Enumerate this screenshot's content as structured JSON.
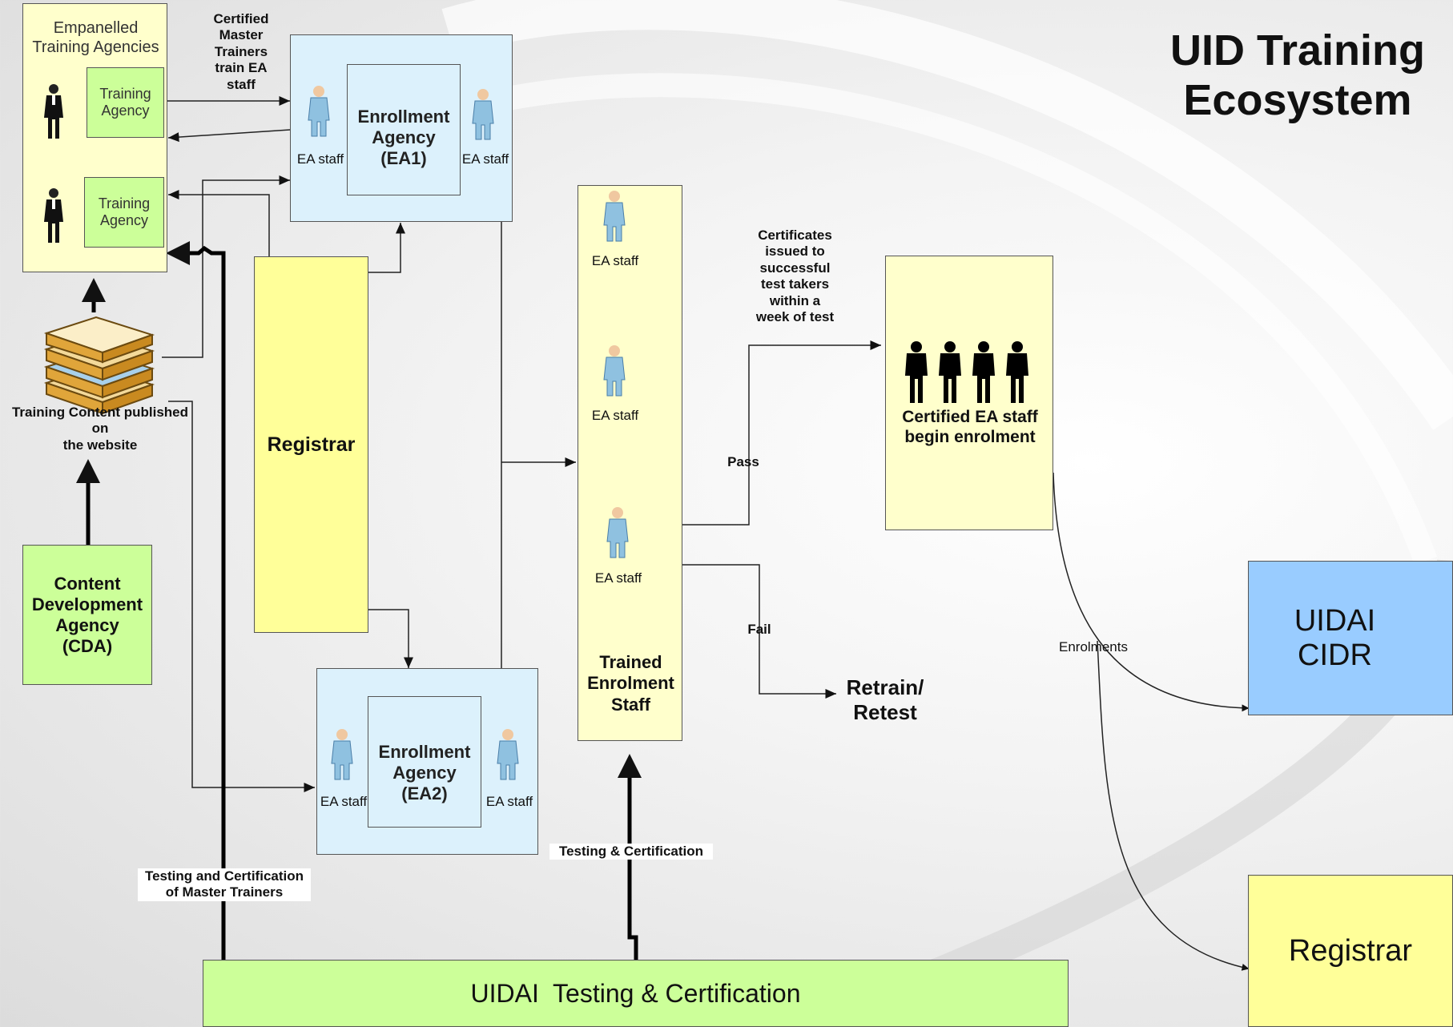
{
  "title": {
    "line1": "UID Training",
    "line2": "Ecosystem"
  },
  "empanelled": {
    "title_line1": "Empanelled",
    "title_line2": "Training Agencies",
    "agency1_line1": "Training",
    "agency1_line2": "Agency",
    "agency2_line1": "Training",
    "agency2_line2": "Agency"
  },
  "master_trainers_note": [
    "Certified",
    "Master",
    "Trainers",
    "train EA",
    "staff"
  ],
  "ea1": {
    "line1": "Enrollment",
    "line2": "Agency",
    "line3": "(EA1)",
    "staff_left": "EA staff",
    "staff_right": "EA staff"
  },
  "ea2": {
    "line1": "Enrollment",
    "line2": "Agency",
    "line3": "(EA2)",
    "staff_left": "EA staff",
    "staff_right": "EA staff"
  },
  "registrar_center": "Registrar",
  "training_content": {
    "line1": "Training Content published",
    "line2": "on",
    "line3": "the website"
  },
  "cda": {
    "line1": "Content",
    "line2": "Development",
    "line3": "Agency",
    "line4": "(CDA)"
  },
  "trained_column": {
    "staff1": "EA staff",
    "staff2": "EA staff",
    "staff3": "EA staff",
    "line1": "Trained",
    "line2": "Enrolment",
    "line3": "Staff"
  },
  "certificates_note": [
    "Certificates",
    "issued to",
    "successful",
    "test takers",
    "within a",
    "week of test"
  ],
  "pass_label": "Pass",
  "fail_label": "Fail",
  "retrain": {
    "line1": "Retrain/",
    "line2": "Retest"
  },
  "certified_box": {
    "line1": "Certified EA staff",
    "line2": "begin enrolment"
  },
  "enrolments_label": "Enrolments",
  "cidr": {
    "line1": "UIDAI",
    "line2": "CIDR"
  },
  "registrar_right": "Registrar",
  "testing_cert_label": "Testing & Certification",
  "master_trainer_testing": {
    "line1": "Testing and Certification",
    "line2": "of Master Trainers"
  },
  "uidai_testing": "UIDAI  Testing & Certification"
}
